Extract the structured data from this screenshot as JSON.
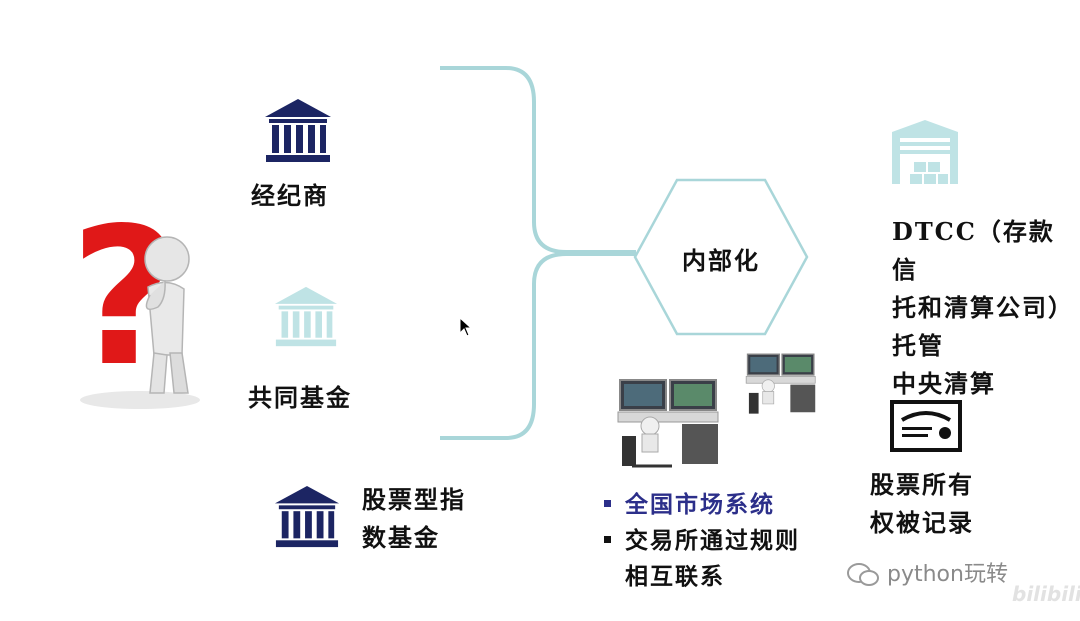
{
  "left": {
    "broker": "经纪商",
    "mutual_fund": "共同基金",
    "index_fund_line1": "股票型指",
    "index_fund_line2": "数基金"
  },
  "center": {
    "hexagon_label": "内部化"
  },
  "bullets": [
    {
      "text": "全国市场系统",
      "highlight": true
    },
    {
      "text": "交易所通过规则",
      "highlight": false
    },
    {
      "text": "相互联系",
      "highlight": false
    }
  ],
  "right": {
    "dtcc_lines": [
      "DTCC（存款信",
      "托和清算公司）",
      "托管",
      "中央清算"
    ],
    "ownership_lines": [
      "股票所有",
      "权被记录"
    ]
  },
  "watermark": {
    "text": "python玩转",
    "brand": "bilibili"
  },
  "icons": [
    "question-figure",
    "bank-icon",
    "hexagon",
    "warehouse-icon",
    "certificate-icon",
    "trader-desk-icon",
    "mouse-cursor-icon"
  ],
  "colors": {
    "navy": "#1c2563",
    "light_teal": "#bfe3e5",
    "bracket": "#a9d6d9",
    "hexagon_stroke": "#a9d6d9",
    "bullet_highlight": "#2c2f8a",
    "question_red": "#e01818"
  }
}
